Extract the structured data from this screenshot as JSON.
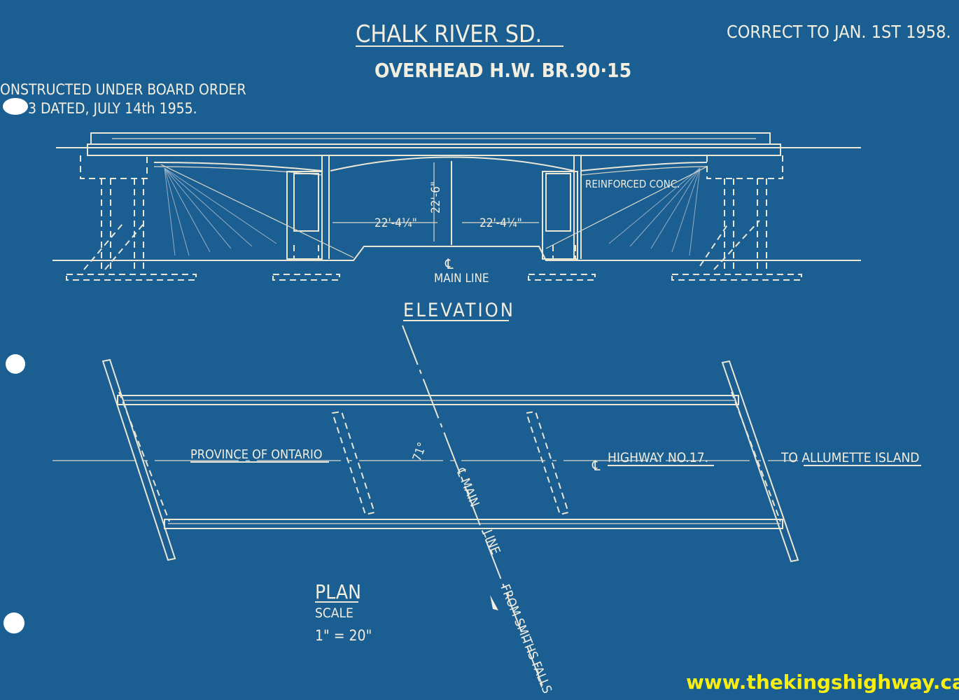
{
  "title": "CHALK RIVER SD.",
  "subtitle": "OVERHEAD H.W. BR.90·15",
  "correct_to": "CORRECT TO JAN. 1ST 1958.",
  "board_order_line1": "ONSTRUCTED UNDER BOARD ORDER",
  "board_order_line2": "3 DATED, JULY 14th 1955.",
  "elevation": {
    "label": "ELEVATION",
    "reinforced": "REINFORCED CONC.",
    "span_left": "22'-4¼\"",
    "span_right": "22'-4¼\"",
    "clearance": "22'-6\"",
    "centerline_symbol": "℄",
    "main_line": "MAIN LINE"
  },
  "plan": {
    "label": "PLAN",
    "scale_label": "SCALE",
    "scale_value": "1\" = 20\"",
    "province": "PROVINCE OF ONTARIO",
    "angle": "71°",
    "centerline_symbol": "℄",
    "main_line_a": "MAIN",
    "main_line_b": "LINE",
    "highway": "HIGHWAY NO.17.",
    "to": "TO ALLUMETTE ISLAND",
    "from": "FROM SMITHS FALLS"
  },
  "watermark": "www.thekingshighway.ca",
  "colors": {
    "background": "#1b5e92",
    "ink": "#f2eee0",
    "watermark": "#f8ee10"
  }
}
